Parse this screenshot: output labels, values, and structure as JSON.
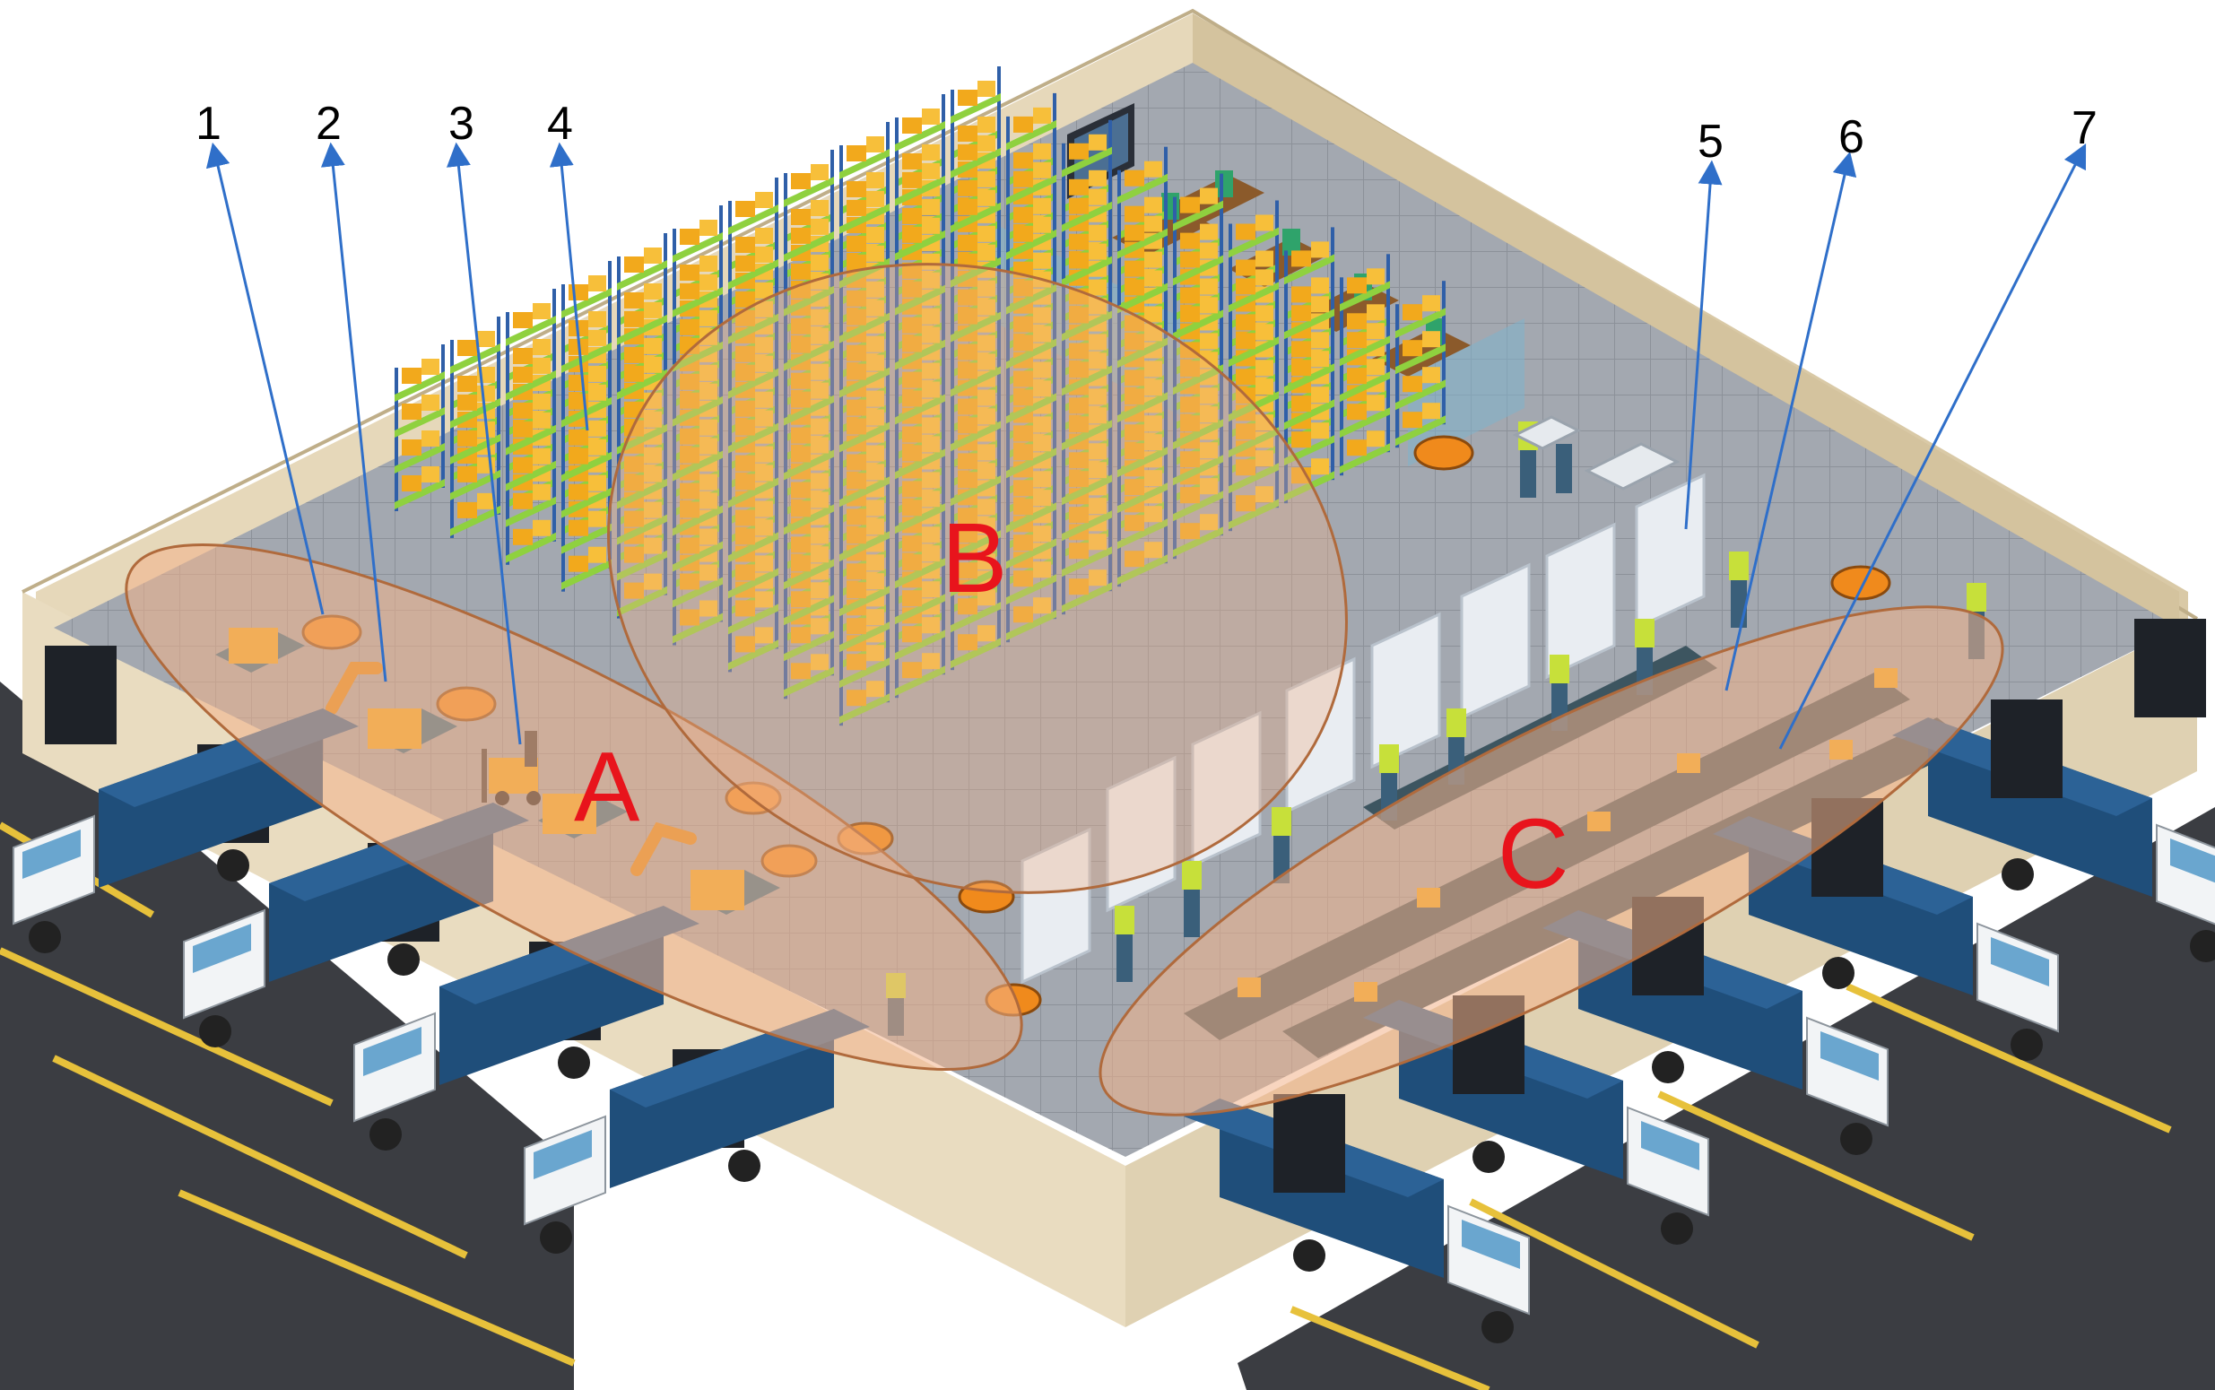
{
  "callouts": [
    {
      "label": "1"
    },
    {
      "label": "2"
    },
    {
      "label": "3"
    },
    {
      "label": "4"
    },
    {
      "label": "5"
    },
    {
      "label": "6"
    },
    {
      "label": "7"
    }
  ],
  "zones": [
    {
      "label": "A"
    },
    {
      "label": "B"
    },
    {
      "label": "C"
    }
  ],
  "colors": {
    "wall": "#e9dcc0",
    "wall_dark": "#d7c7a4",
    "floor": "#9ea3ab",
    "road": "#3b3d42",
    "road_line": "#e7c13b",
    "truck_cargo": "#1f4e7a",
    "shelf_green": "#8fd13f",
    "shelf_box": "#f2a91c",
    "rack_blue": "#2f5fa8",
    "zone_fill": "#f2b38a",
    "callout_line": "#2f6fc9",
    "zone_letter": "#e8141c"
  }
}
